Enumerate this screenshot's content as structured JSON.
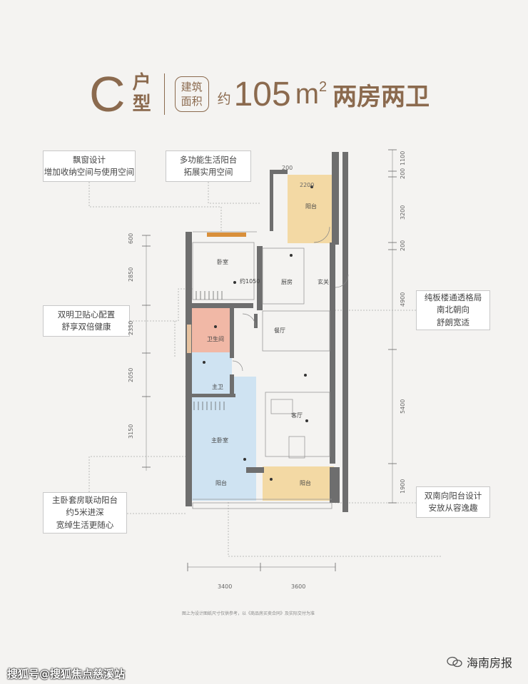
{
  "header": {
    "letter": "C",
    "type_line1": "户",
    "type_line2": "型",
    "badge_line1": "建筑",
    "badge_line2": "面积",
    "approx": "约",
    "area": "105",
    "unit": "m",
    "unit_sup": "2",
    "desc": "两房两卫"
  },
  "callouts": {
    "bay_window": [
      "飘窗设计",
      "增加收纳空间与使用空间"
    ],
    "balcony": [
      "多功能生活阳台",
      "拓展实用空间"
    ],
    "bathrooms": [
      "双明卫贴心配置",
      "舒享双倍健康"
    ],
    "layout": [
      "纯板楼通透格局",
      "南北朝向",
      "舒朗宽适"
    ],
    "master": [
      "主卧套房联动阳台",
      "约5米进深",
      "宽绰生活更随心"
    ],
    "south_balcony": [
      "双南向阳台设计",
      "安放从容逸趣"
    ]
  },
  "rooms": {
    "balcony_top": "阳台",
    "bedroom": "卧室",
    "kitchen": "厨房",
    "entrance": "玄关",
    "bathroom": "卫生间",
    "dining": "餐厅",
    "master_bath": "主卫",
    "living": "客厅",
    "master_bedroom": "主卧室",
    "balcony_left": "阳台",
    "balcony_right": "阳台",
    "approx_1050": "约1050"
  },
  "dims": {
    "left": [
      "600",
      "2850",
      "2350",
      "2050",
      "3150"
    ],
    "right": [
      "1100",
      "200",
      "3200",
      "200",
      "4900",
      "5400",
      "1900"
    ],
    "bottom": [
      "3400",
      "3600"
    ],
    "top_small": [
      "200",
      "2200"
    ]
  },
  "note": "图上为设计图纸尺寸仅供参考，以《商品房买卖合同》及实际交付为准",
  "watermark_left": "搜狐号@搜狐焦点慈溪站",
  "watermark_right": "海南房报",
  "colors": {
    "accent": "#8b6a4e",
    "wall": "#6e6e6e",
    "balcony_fill": "#f3d9a4",
    "bathroom_fill": "#f1b8a6",
    "master_fill": "#cfe3f2"
  }
}
